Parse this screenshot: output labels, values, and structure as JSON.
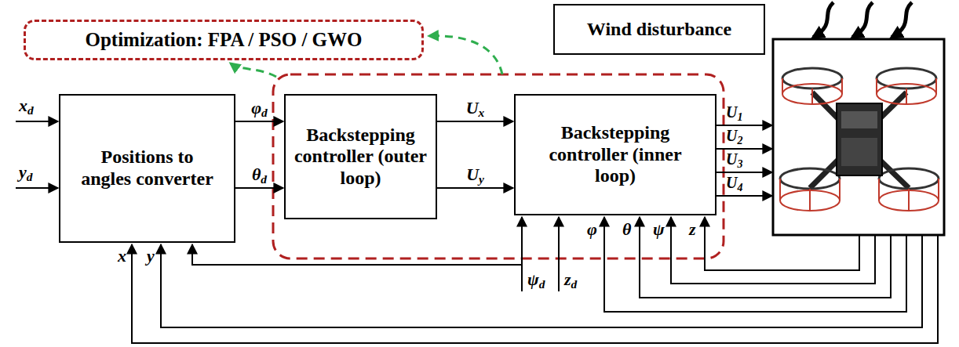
{
  "diagram": {
    "nodes": [
      {
        "text": [
          "Optimization: FPA / PSO / GWO"
        ]
      },
      {
        "text": [
          "Wind disturbance"
        ]
      },
      {
        "text": [
          "Positions to angles converter"
        ]
      },
      {
        "text": [
          "Backstepping controller (outer loop)"
        ]
      },
      {
        "text": [
          "Backstepping controller (inner loop)"
        ]
      }
    ],
    "edges": [
      {
        "from": 2,
        "to": 3,
        "label": "φd",
        "arrow": "to"
      },
      {
        "from": 2,
        "to": 3,
        "label": "θd",
        "arrow": "to"
      },
      {
        "from": 3,
        "to": 4,
        "label": "Ux",
        "arrow": "to"
      },
      {
        "from": 3,
        "to": 4,
        "label": "Uy",
        "arrow": "to"
      }
    ],
    "labels": [
      "xd",
      "yd",
      "U1",
      "U2",
      "U3",
      "U4",
      "x",
      "y",
      "ψd",
      "zd",
      "φ",
      "θ",
      "ψ",
      "z"
    ]
  }
}
